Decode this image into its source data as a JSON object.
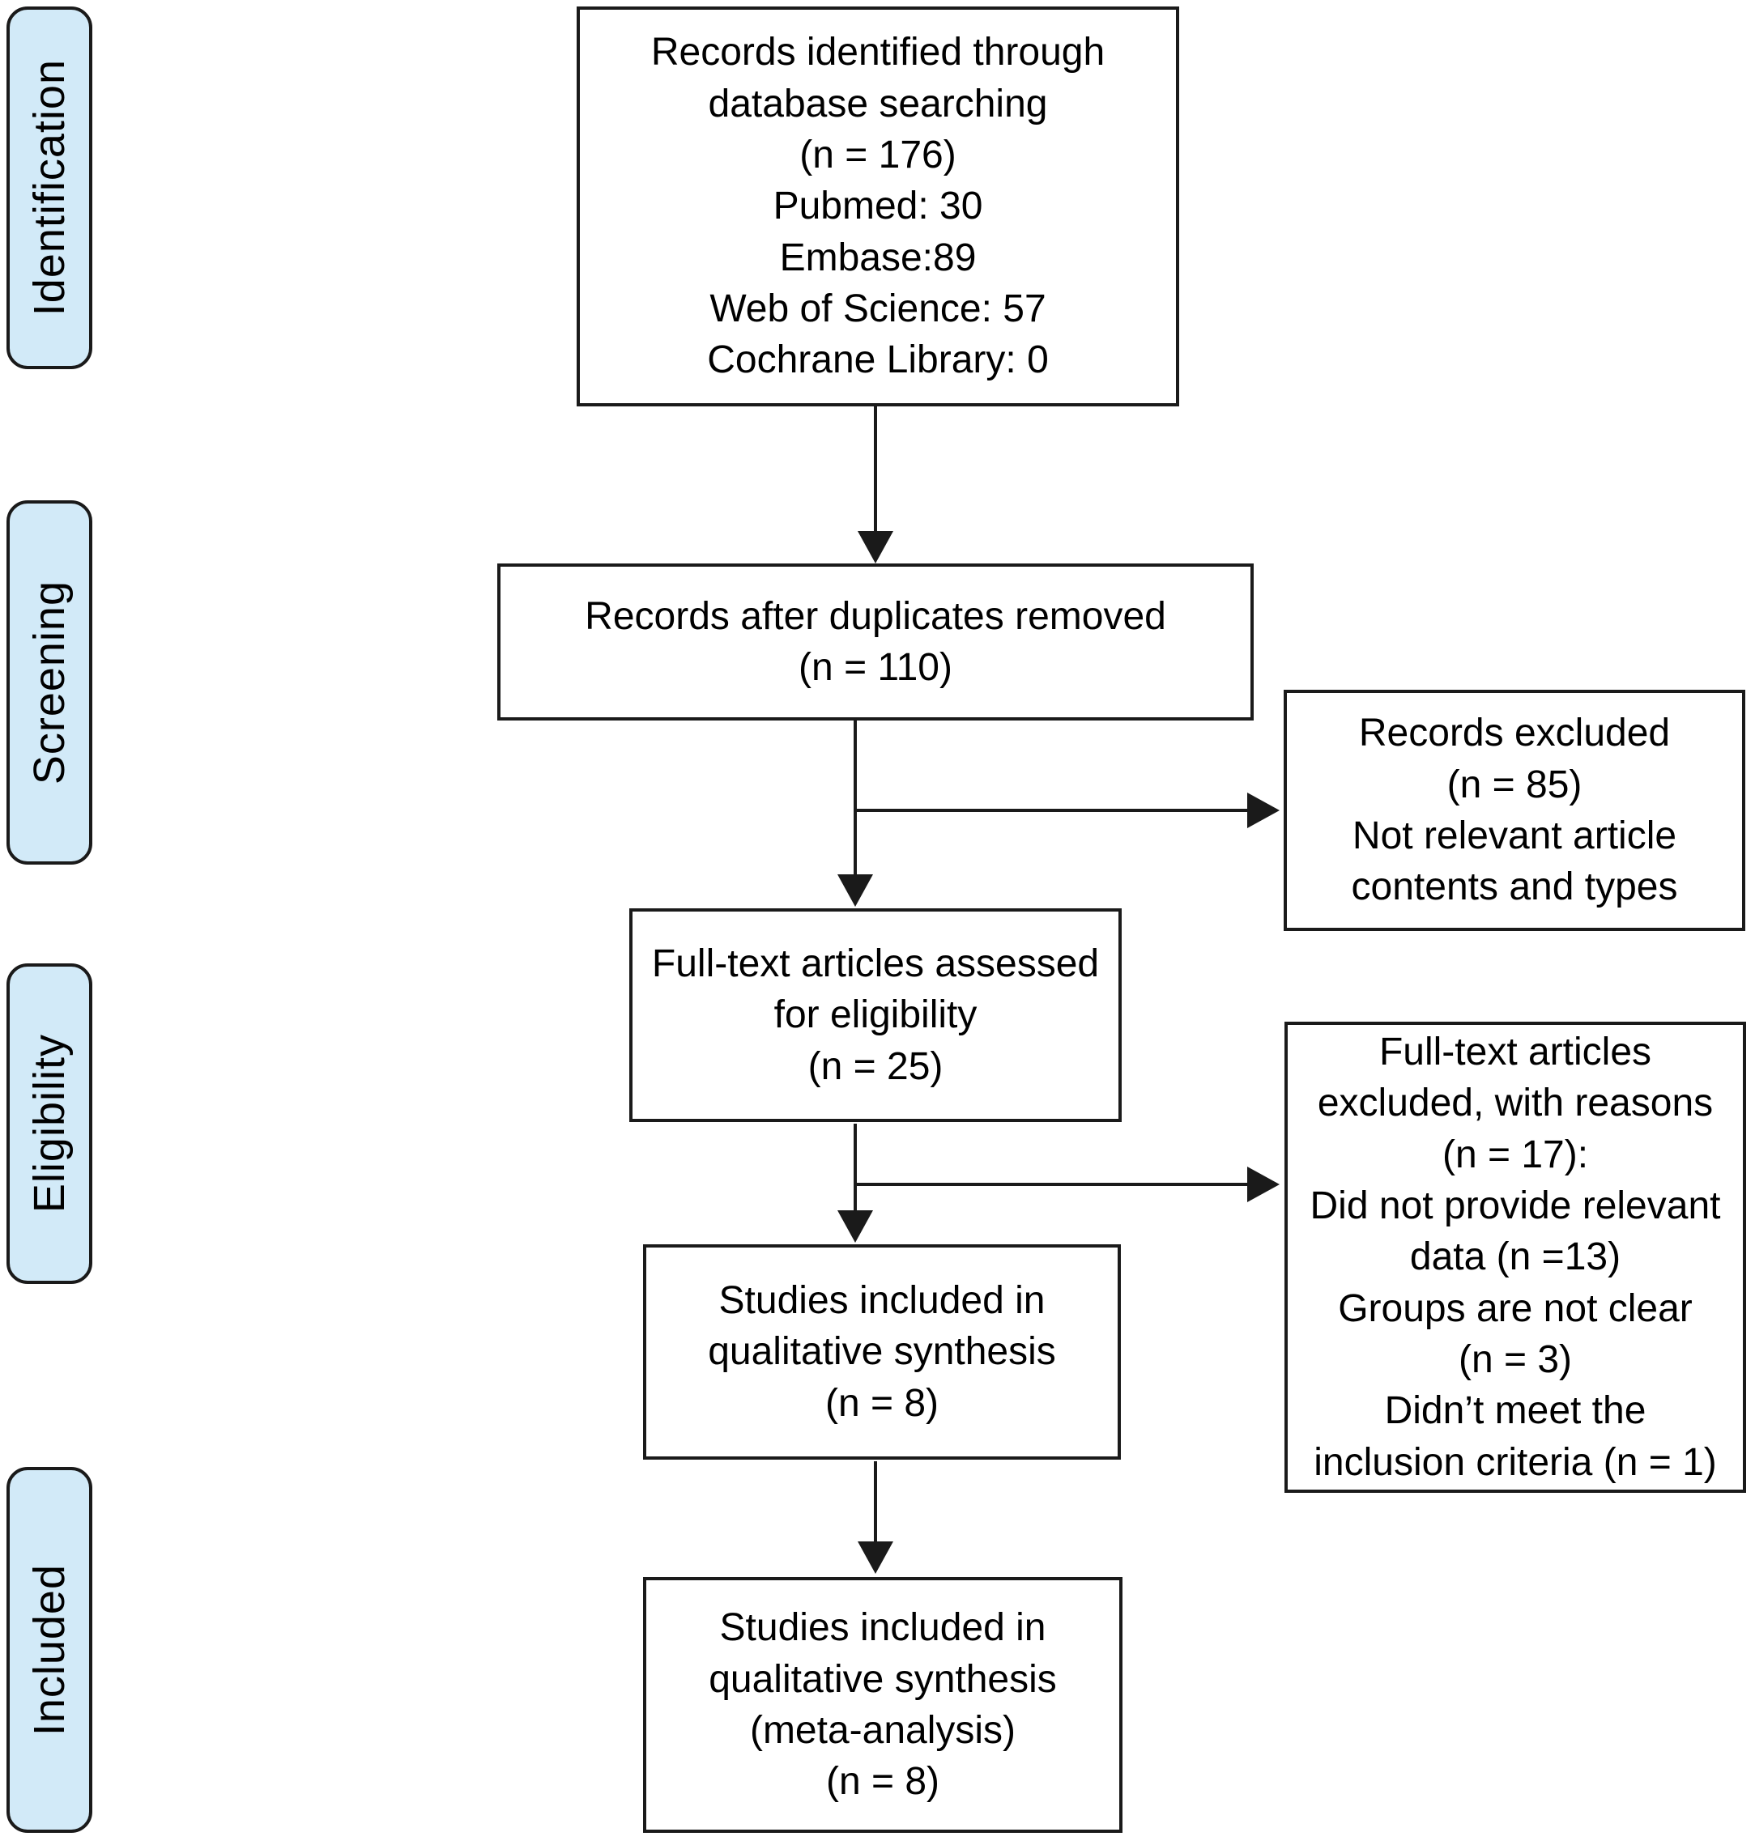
{
  "stages": [
    {
      "label": "Identification"
    },
    {
      "label": "Screening"
    },
    {
      "label": "Eligibility"
    },
    {
      "label": "Included"
    }
  ],
  "boxes": {
    "records_identified": {
      "lines": [
        "Records identified through",
        "database searching",
        "(n = 176)",
        "Pubmed: 30",
        "Embase:89",
        "Web of Science: 57",
        "Cochrane Library: 0"
      ]
    },
    "after_duplicates": {
      "lines": [
        "Records after duplicates removed",
        "(n = 110)"
      ]
    },
    "records_excluded": {
      "lines": [
        "Records excluded",
        "(n = 85)",
        "Not relevant article",
        "contents and types"
      ]
    },
    "fulltext_assessed": {
      "lines": [
        "Full-text articles assessed",
        "for eligibility",
        "(n = 25)"
      ]
    },
    "fulltext_excluded": {
      "lines": [
        "Full-text articles",
        "excluded, with reasons",
        "(n = 17):",
        "Did not provide relevant",
        "data (n =13)",
        "Groups are not clear",
        "(n = 3)",
        "Didn’t meet the",
        "inclusion criteria (n = 1)"
      ]
    },
    "qualitative_synthesis": {
      "lines": [
        "Studies included in",
        "qualitative synthesis",
        "(n = 8)"
      ]
    },
    "meta_analysis": {
      "lines": [
        "Studies included in",
        "qualitative synthesis",
        "(meta-analysis)",
        "(n = 8)"
      ]
    }
  },
  "colors": {
    "stage_fill": "#d2eaf8",
    "box_fill": "#ffffff",
    "line": "#1a1a1a"
  }
}
